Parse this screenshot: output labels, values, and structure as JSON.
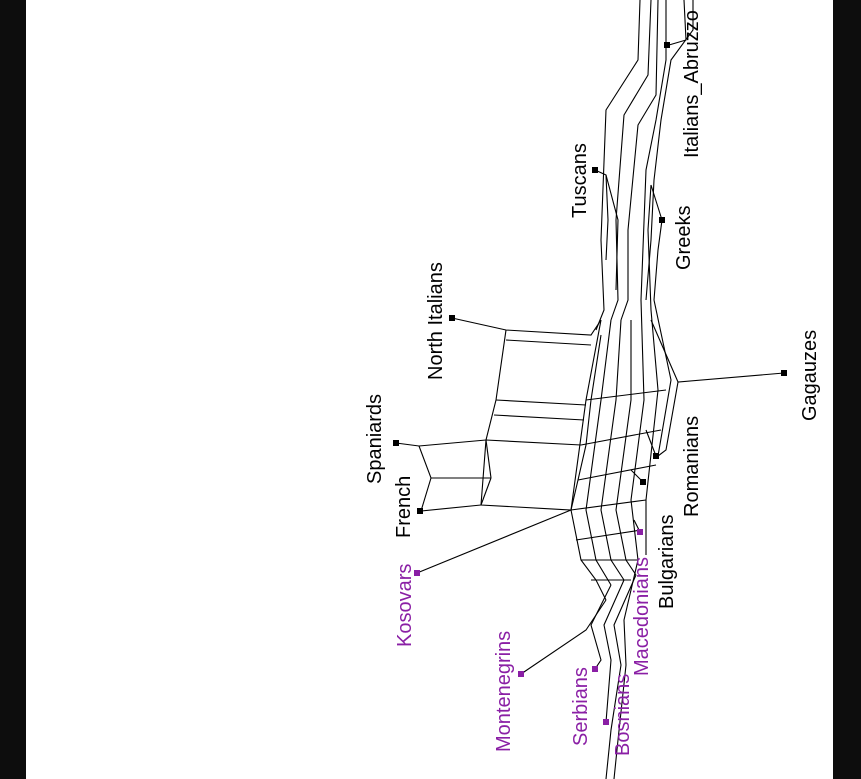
{
  "colors": {
    "background": "#0d0d0d",
    "canvas": "#ffffff",
    "edge": "#000000",
    "group_black": "#000000",
    "group_purple": "#8a1fa5"
  },
  "taxa": [
    {
      "id": "tuscans",
      "label": "Tuscans",
      "color": "#000000"
    },
    {
      "id": "italians-abruzzo",
      "label": "Italians_Abruzzo",
      "color": "#000000"
    },
    {
      "id": "greeks",
      "label": "Greeks",
      "color": "#000000"
    },
    {
      "id": "north-italians",
      "label": "North Italians",
      "color": "#000000"
    },
    {
      "id": "gagauzes",
      "label": "Gagauzes",
      "color": "#000000"
    },
    {
      "id": "spaniards",
      "label": "Spaniards",
      "color": "#000000"
    },
    {
      "id": "romanians",
      "label": "Romanians",
      "color": "#000000"
    },
    {
      "id": "french",
      "label": "French",
      "color": "#000000"
    },
    {
      "id": "bulgarians",
      "label": "Bulgarians",
      "color": "#000000"
    },
    {
      "id": "kosovars",
      "label": "Kosovars",
      "color": "#8a1fa5"
    },
    {
      "id": "macedonians",
      "label": "Macedonians",
      "color": "#8a1fa5"
    },
    {
      "id": "montenegrins",
      "label": "Montenegrins",
      "color": "#8a1fa5"
    },
    {
      "id": "serbians",
      "label": "Serbians",
      "color": "#8a1fa5"
    },
    {
      "id": "bosnians",
      "label": "Bosnians",
      "color": "#8a1fa5"
    }
  ]
}
